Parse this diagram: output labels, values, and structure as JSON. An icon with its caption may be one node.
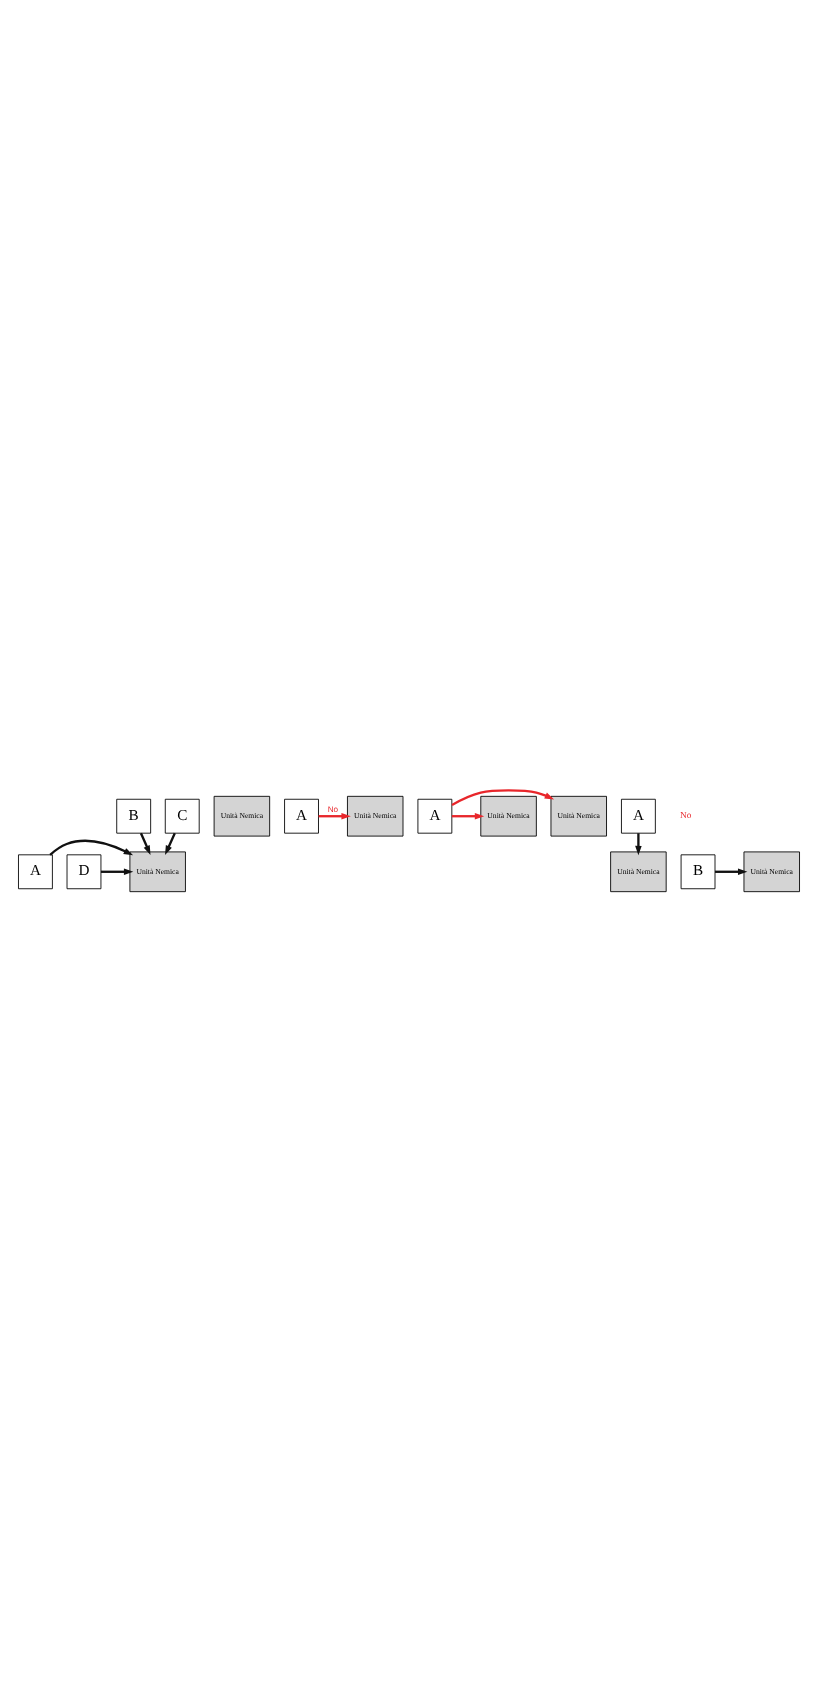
{
  "diagram": {
    "nodes": [
      {
        "text": [
          "B"
        ]
      },
      {
        "text": [
          "C"
        ]
      },
      {
        "text": [
          "A"
        ]
      },
      {
        "text": [
          "Unità Nemica"
        ]
      },
      {
        "text": [
          "D"
        ]
      },
      {
        "text": [
          "Unità Nemica"
        ]
      },
      {
        "text": [
          "A"
        ]
      },
      {
        "text": [
          "Unità Nemica"
        ]
      },
      {
        "text": [
          "Unità Nemica"
        ]
      },
      {
        "text": [
          "A"
        ]
      },
      {
        "text": [
          "Unità Nemica"
        ]
      },
      {
        "text": [
          "Unità Nemica"
        ]
      },
      {
        "text": [
          "A"
        ]
      },
      {
        "text": [
          "B"
        ]
      },
      {
        "text": [
          "Unità Nemica"
        ]
      }
    ],
    "edges": [
      {
        "from": 0,
        "to": 3,
        "arrow": "to"
      },
      {
        "from": 1,
        "to": 3,
        "arrow": "to"
      },
      {
        "from": 2,
        "to": 3,
        "arrow": "to"
      },
      {
        "from": 4,
        "to": 3,
        "arrow": "to"
      },
      {
        "from": 6,
        "to": 7,
        "arrow": "to",
        "label": "No",
        "color": "#e8262b"
      },
      {
        "from": 9,
        "to": 8,
        "arrow": "to",
        "color": "#e8262b"
      },
      {
        "from": 9,
        "to": 10,
        "arrow": "to",
        "color": "#e8262b"
      },
      {
        "from": 12,
        "to": 11,
        "arrow": "to"
      },
      {
        "from": 13,
        "to": 14,
        "arrow": "to"
      }
    ],
    "labels": [
      "No"
    ]
  }
}
